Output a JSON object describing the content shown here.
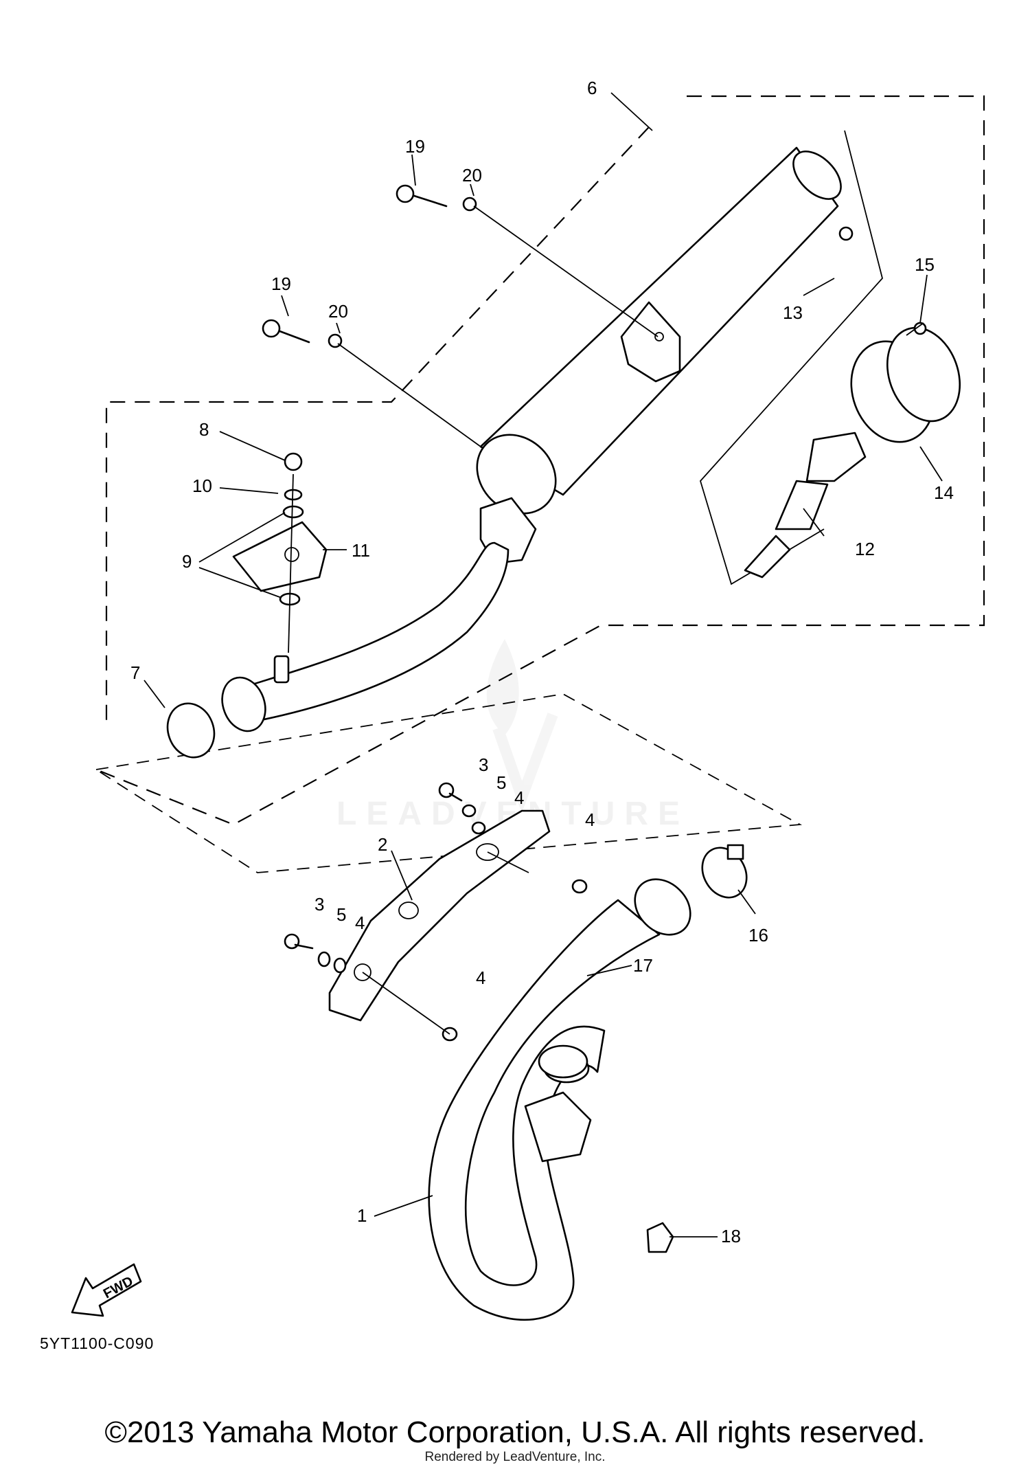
{
  "labels": {
    "p1": "1",
    "p2": "2",
    "p3a": "3",
    "p3b": "3",
    "p4a": "4",
    "p4b": "4",
    "p4c": "4",
    "p4d": "4",
    "p5a": "5",
    "p5b": "5",
    "p6": "6",
    "p7": "7",
    "p8": "8",
    "p9": "9",
    "p10": "10",
    "p11": "11",
    "p12": "12",
    "p13": "13",
    "p14": "14",
    "p15": "15",
    "p16": "16",
    "p17": "17",
    "p18": "18",
    "p19a": "19",
    "p19b": "19",
    "p20a": "20",
    "p20b": "20"
  },
  "diagram_code": "5YT1100-C090",
  "fwd": "FWD",
  "watermark": "LEADVENTURE",
  "copyright": "©2013 Yamaha Motor Corporation, U.S.A. All rights reserved.",
  "rendered_by": "Rendered by LeadVenture, Inc."
}
